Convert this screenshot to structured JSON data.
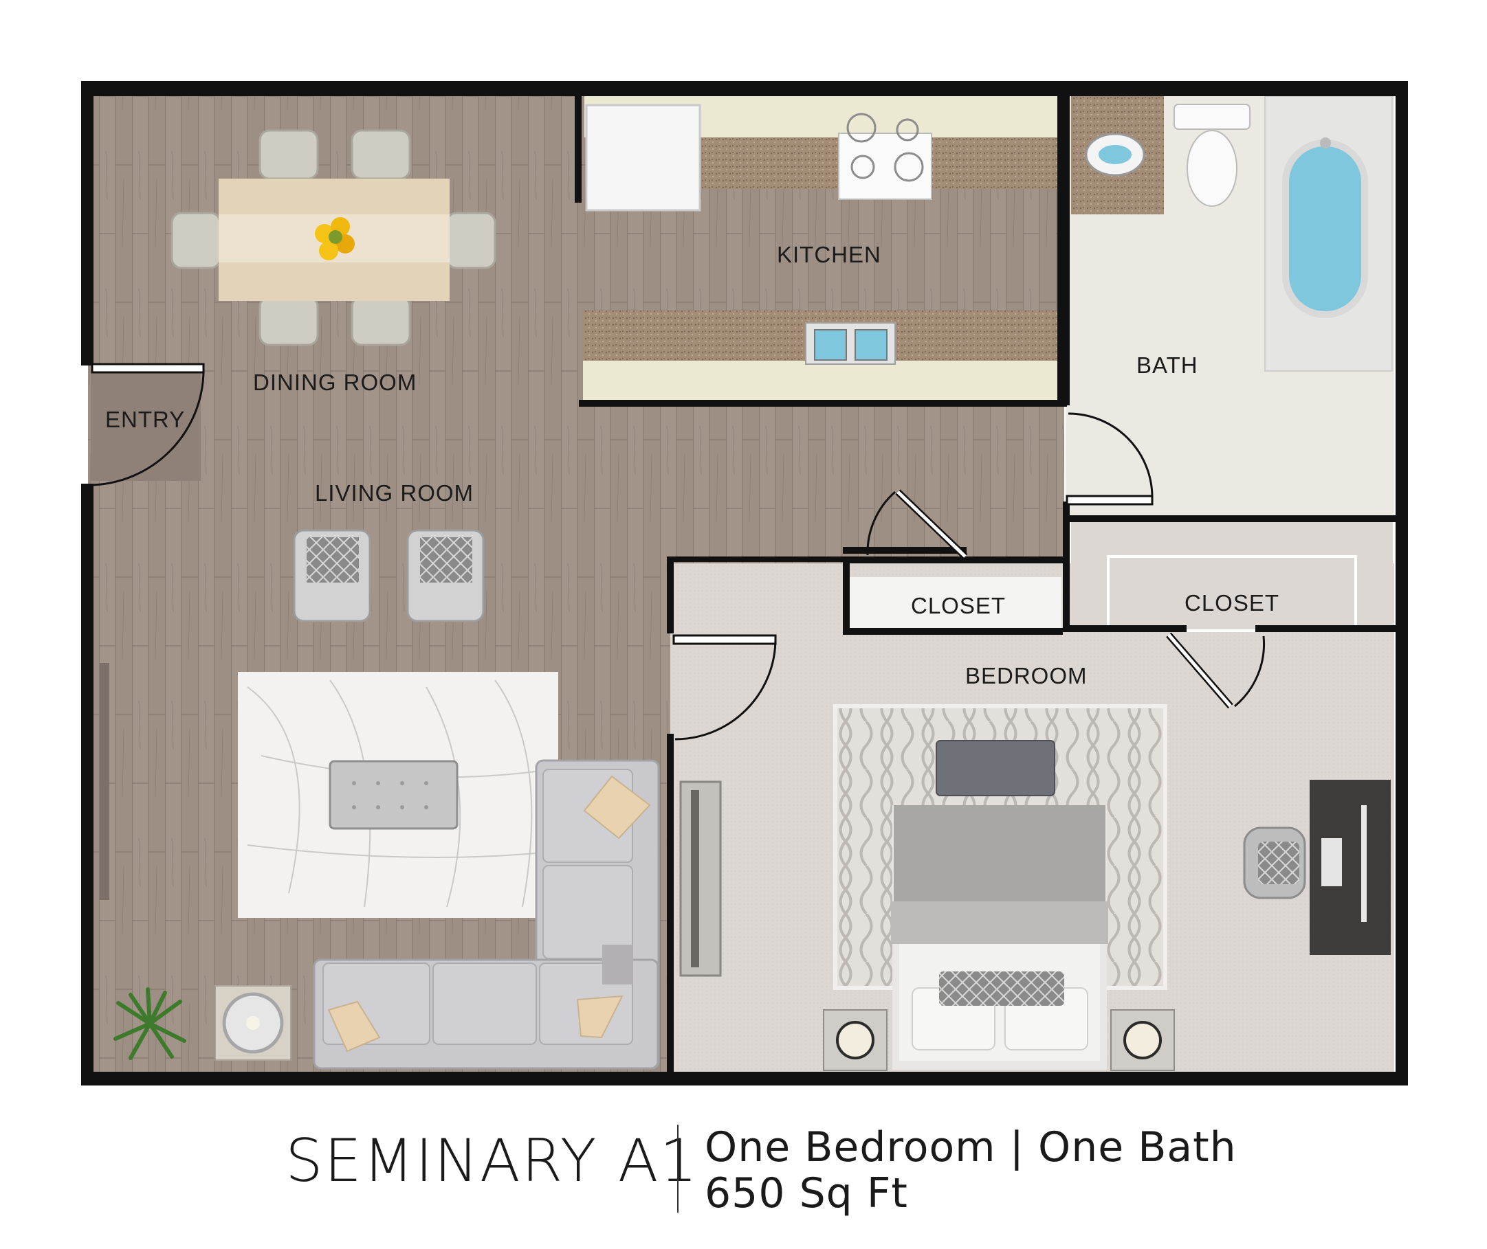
{
  "plan": {
    "rooms": {
      "dining_room": "DINING ROOM",
      "entry": "ENTRY",
      "kitchen": "KITCHEN",
      "bath": "BATH",
      "living_room": "LIVING ROOM",
      "closet_left": "CLOSET",
      "closet_right": "CLOSET",
      "bedroom": "BEDROOM"
    },
    "colors": {
      "wall": "#111111",
      "wood_floor": "#9b8c80",
      "carpet": "#ddd8d3",
      "bath_floor": "#ece8e2",
      "counter_granite": "#a8917c",
      "cabinet": "#ece9d2",
      "water": "#7fc7dc"
    }
  },
  "footer": {
    "title": "SEMINARY A1",
    "layout": "One Bedroom | One Bath",
    "area": "650 Sq Ft"
  }
}
